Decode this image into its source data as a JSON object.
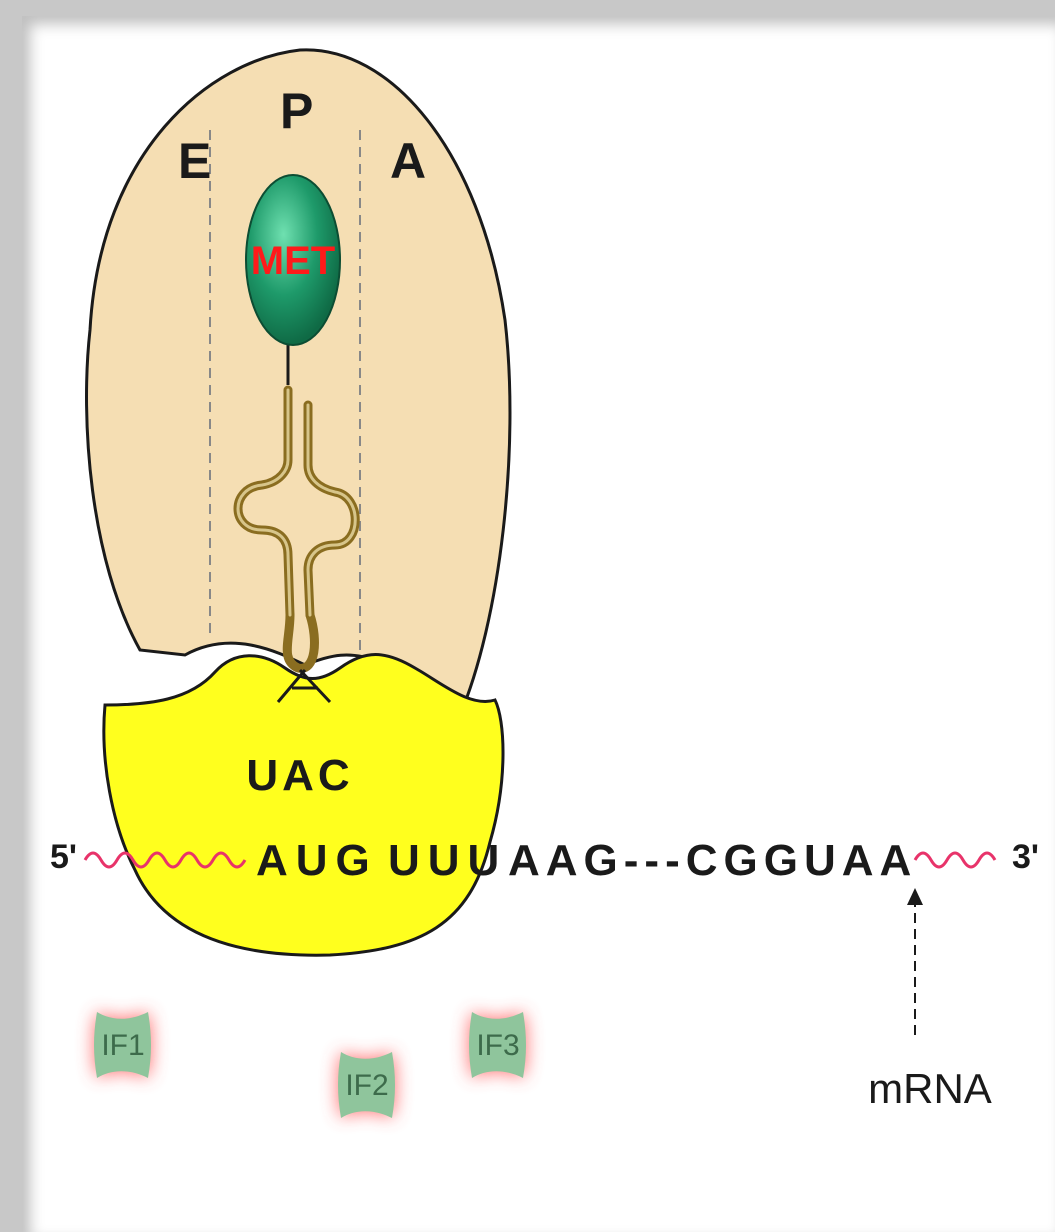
{
  "sites": {
    "e": "E",
    "p": "P",
    "a": "A"
  },
  "amino_acid": "MET",
  "anticodon": "UAC",
  "mrna": {
    "five_prime": "5'",
    "codon_1": "AUG",
    "codon_2": "UUU",
    "sequence_rest": "AAG---CGGUAA",
    "three_prime": "3'",
    "label": "mRNA"
  },
  "initiation_factors": [
    "IF1",
    "IF2",
    "IF3"
  ],
  "colors": {
    "large_subunit": "#f5deb3",
    "small_subunit": "#ffff1e",
    "met_ball": "#1e9a6a",
    "met_text": "#ff1a1a",
    "trna": "#8a6d20",
    "mrna_wave": "#e8336a",
    "factor_fill": "#8fc59c",
    "factor_glow": "#ff4a4a"
  }
}
